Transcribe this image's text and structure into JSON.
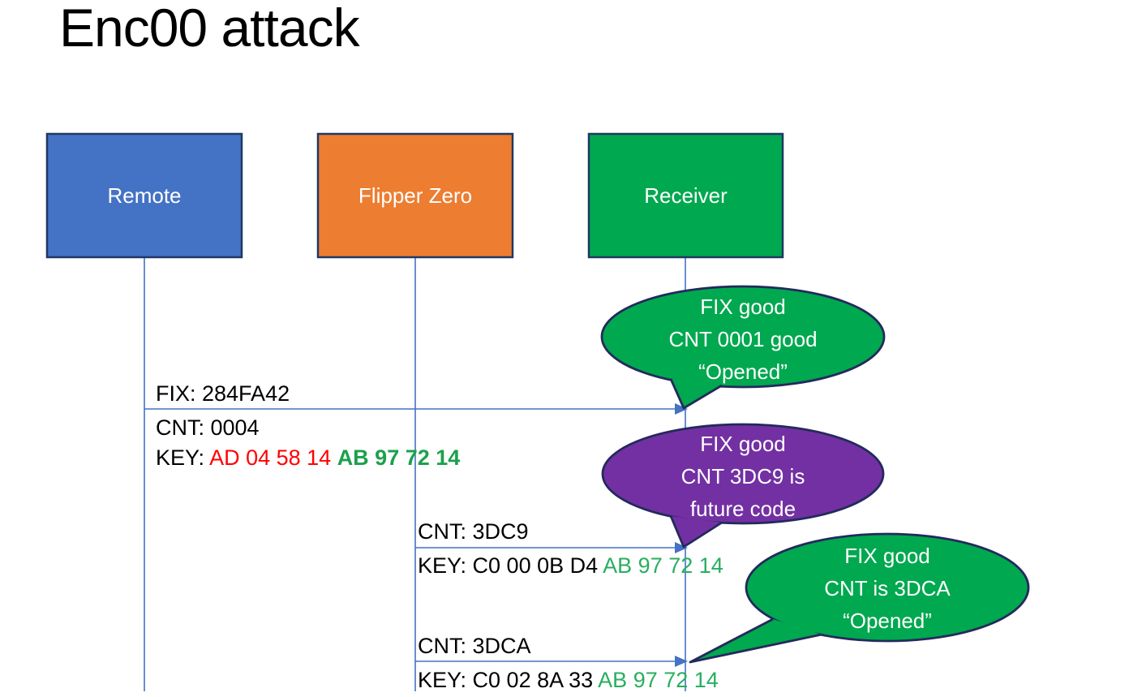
{
  "slide": {
    "title": "Enc00 attack"
  },
  "actors": {
    "remote": {
      "label": "Remote"
    },
    "flipper": {
      "label": "Flipper Zero"
    },
    "receiver": {
      "label": "Receiver"
    }
  },
  "messages": {
    "m1": {
      "fix": "FIX: 284FA42",
      "cnt": "CNT: 0004",
      "key_label": "KEY: ",
      "key_red": "AD 04 58 14 ",
      "key_green": "AB 97 72 14"
    },
    "m2": {
      "cnt": "CNT: 3DC9",
      "key_black": "KEY: C0 00 0B D4 ",
      "key_green": "AB 97 72 14"
    },
    "m3": {
      "cnt": "CNT: 3DCA",
      "key_black": "KEY: C0 02 8A 33 ",
      "key_green": "AB 97 72 14"
    }
  },
  "bubbles": {
    "b1": {
      "line1": "FIX good",
      "line2": "CNT 0001 good",
      "line3": "“Opened”"
    },
    "b2": {
      "line1": "FIX good",
      "line2": "CNT 3DC9 is",
      "line3": "future code"
    },
    "b3": {
      "line1": "FIX good",
      "line2": "CNT is 3DCA",
      "line3": "“Opened”"
    }
  },
  "colors": {
    "remote_fill": "#4472C4",
    "flipper_fill": "#ED7D31",
    "receiver_fill": "#00A84F",
    "bubble_green": "#00A84F",
    "bubble_purple": "#7330A3",
    "outline_navy": "#1F3864",
    "connector_blue": "#4472C4",
    "key_red": "#FF0000",
    "key_green": "#1FA755",
    "text_black": "#000000",
    "bubble_text_white": "#FFFFFF"
  }
}
